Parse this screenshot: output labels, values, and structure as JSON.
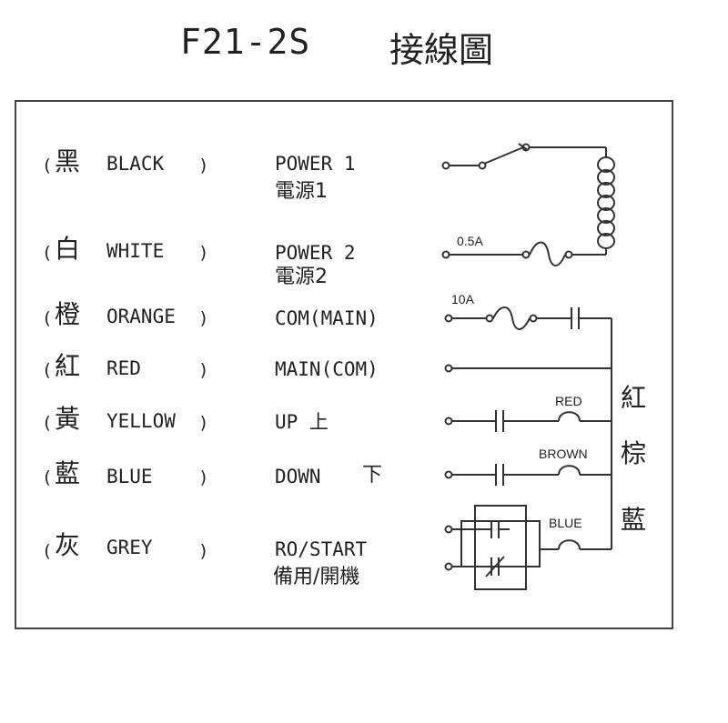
{
  "title": {
    "model": "F21-2S",
    "name": "接線圖"
  },
  "rows": [
    {
      "cn": "黑",
      "color": "BLACK",
      "func": "POWER 1",
      "func_cn": "電源1"
    },
    {
      "cn": "白",
      "color": "WHITE",
      "func": "POWER 2",
      "func_cn": "電源2"
    },
    {
      "cn": "橙",
      "color": "ORANGE",
      "func": "COM(MAIN)",
      "func_cn": ""
    },
    {
      "cn": "紅",
      "color": "RED",
      "func": "MAIN(COM)",
      "func_cn": ""
    },
    {
      "cn": "黃",
      "color": "YELLOW",
      "func": "UP 上",
      "func_cn": ""
    },
    {
      "cn": "藍",
      "color": "BLUE",
      "func": "DOWN",
      "func_cn": "下"
    },
    {
      "cn": "灰",
      "color": "GREY",
      "func": "RO/START",
      "func_cn": "備用/開機"
    }
  ],
  "paren_open": "(",
  "paren_close": ")",
  "fuse_labels": {
    "fuse1": "0.5A",
    "fuse2": "10A"
  },
  "coil_labels": {
    "coil_up": "RED",
    "coil_down": "BROWN",
    "coil_start": "BLUE"
  },
  "side_labels": [
    "紅",
    "棕",
    "藍"
  ]
}
